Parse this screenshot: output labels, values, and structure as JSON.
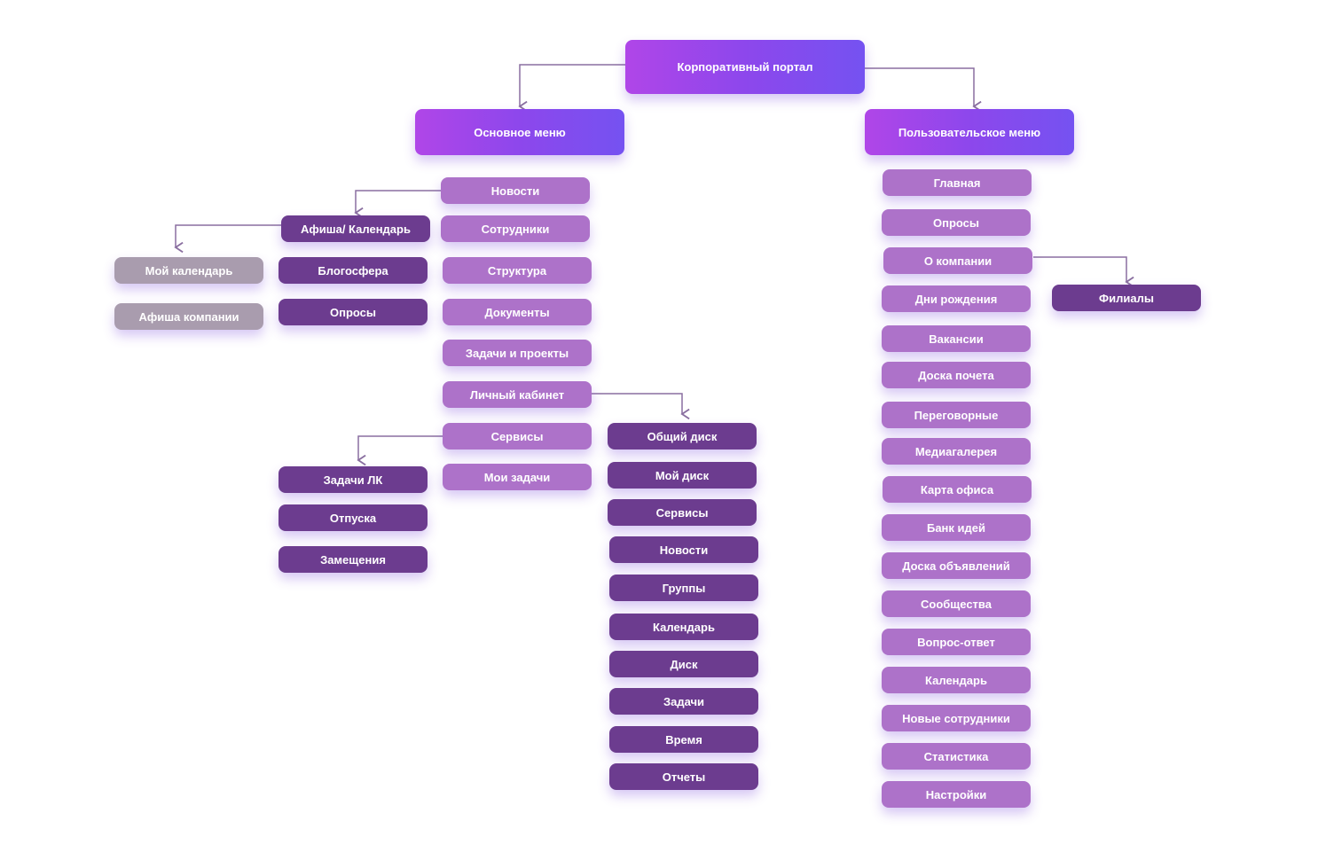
{
  "root": {
    "label": "Корпоративный портал"
  },
  "main_menu": {
    "label": "Основное меню",
    "items": [
      {
        "label": "Новости"
      },
      {
        "label": "Сотрудники"
      },
      {
        "label": "Структура"
      },
      {
        "label": "Документы"
      },
      {
        "label": "Задачи и проекты"
      },
      {
        "label": "Личный кабинет"
      },
      {
        "label": "Сервисы"
      },
      {
        "label": "Мои задачи"
      }
    ],
    "news_children": [
      {
        "label": "Афиша/ Календарь"
      },
      {
        "label": "Блогосфера"
      },
      {
        "label": "Опросы"
      }
    ],
    "afisha_children": [
      {
        "label": "Мой календарь"
      },
      {
        "label": "Афиша компании"
      }
    ],
    "services_children": [
      {
        "label": "Задачи ЛК"
      },
      {
        "label": "Отпуска"
      },
      {
        "label": "Замещения"
      }
    ],
    "cabinet_children": [
      {
        "label": "Общий диск"
      },
      {
        "label": "Мой диск"
      },
      {
        "label": "Сервисы"
      },
      {
        "label": "Новости"
      },
      {
        "label": "Группы"
      },
      {
        "label": "Календарь"
      },
      {
        "label": "Диск"
      },
      {
        "label": "Задачи"
      },
      {
        "label": "Время"
      },
      {
        "label": "Отчеты"
      }
    ]
  },
  "user_menu": {
    "label": "Пользовательское меню",
    "items": [
      {
        "label": "Главная"
      },
      {
        "label": "Опросы"
      },
      {
        "label": "О компании"
      },
      {
        "label": "Дни рождения"
      },
      {
        "label": "Вакансии"
      },
      {
        "label": "Доска почета"
      },
      {
        "label": "Переговорные"
      },
      {
        "label": "Медиагалерея"
      },
      {
        "label": "Карта офиса"
      },
      {
        "label": "Банк идей"
      },
      {
        "label": "Доска объявлений"
      },
      {
        "label": "Сообщества"
      },
      {
        "label": "Вопрос-ответ"
      },
      {
        "label": "Календарь"
      },
      {
        "label": "Новые сотрудники"
      },
      {
        "label": "Статистика"
      },
      {
        "label": "Настройки"
      }
    ],
    "company_children": [
      {
        "label": "Филиалы"
      }
    ]
  },
  "colors": {
    "gradient_start": "#b046e8",
    "gradient_end": "#7552f1",
    "light_node": "#ad72c9",
    "dark_node": "#6c3c8f",
    "grey_node": "#a99cae",
    "connector": "#8a6fa0"
  }
}
